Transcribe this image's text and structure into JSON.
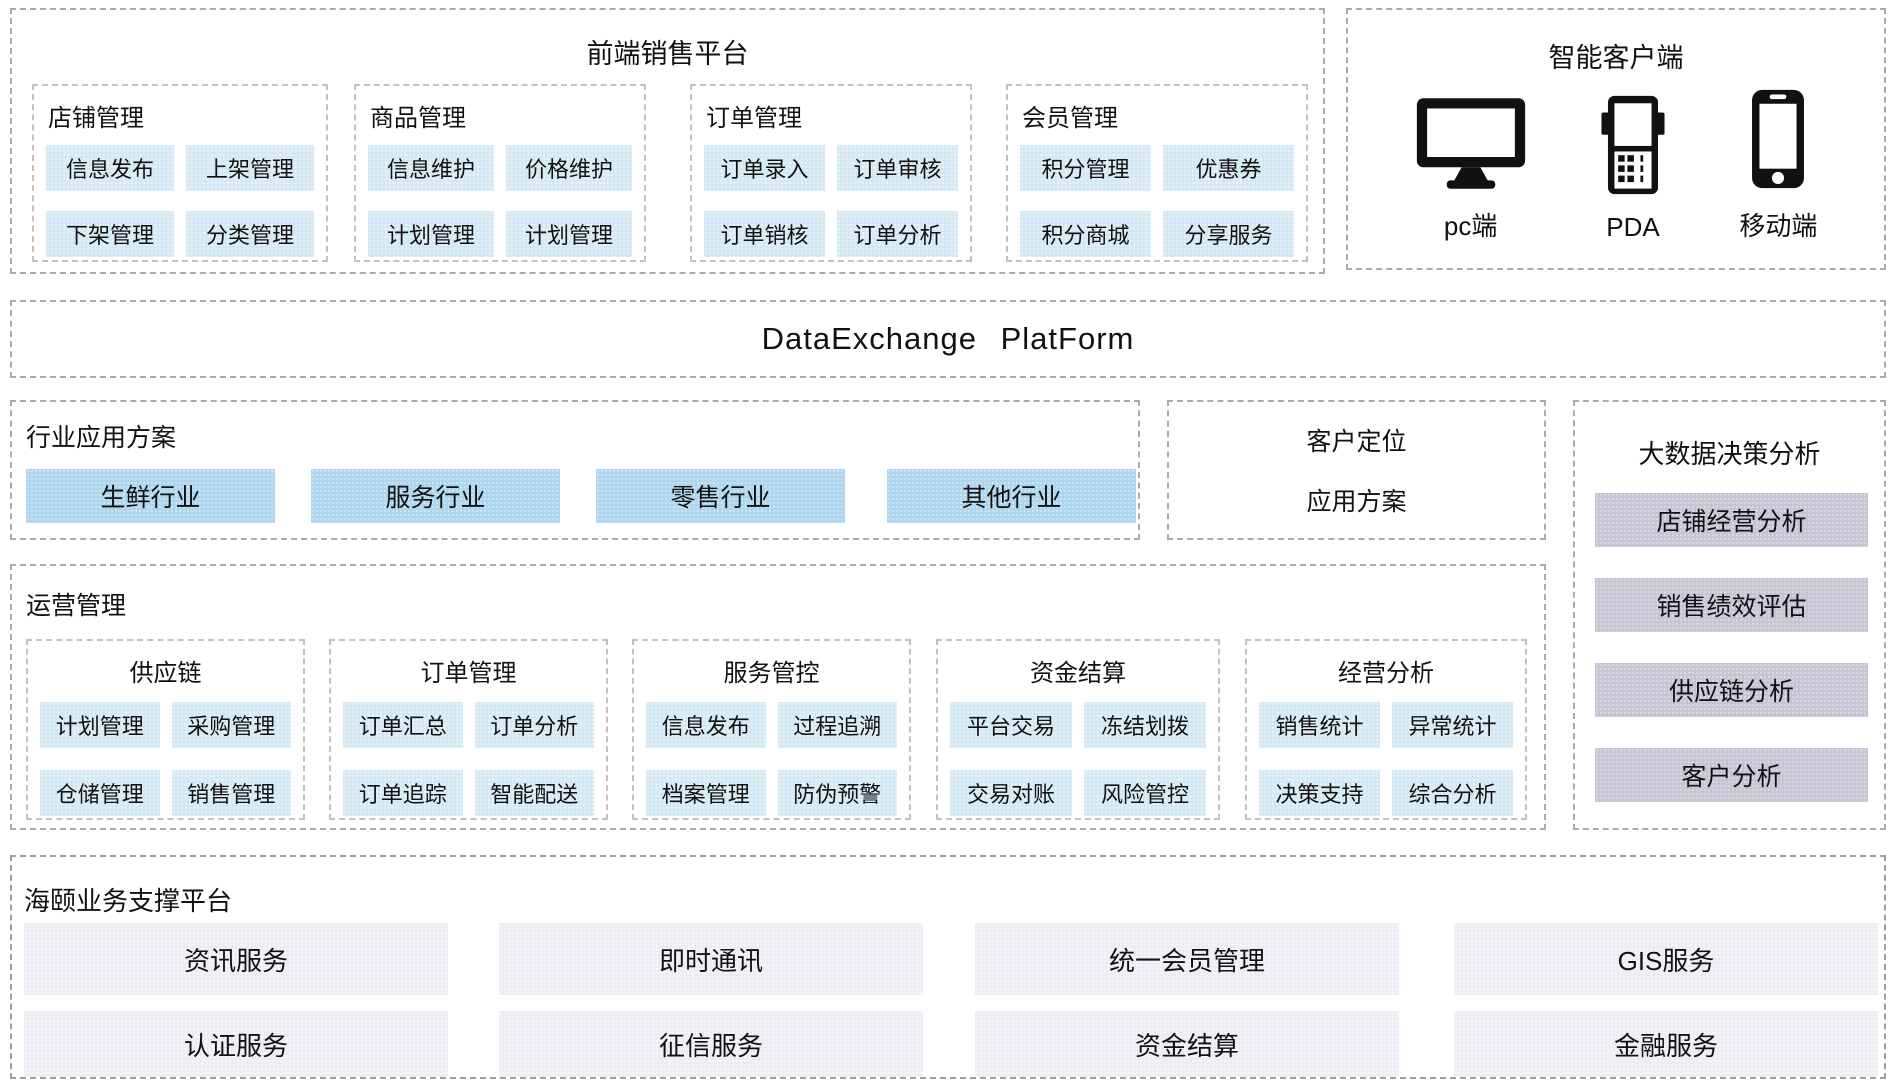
{
  "frontend": {
    "title": "前端销售平台",
    "groups": [
      {
        "title": "店铺管理",
        "items": [
          "信息发布",
          "上架管理",
          "下架管理",
          "分类管理"
        ]
      },
      {
        "title": "商品管理",
        "items": [
          "信息维护",
          "价格维护",
          "计划管理",
          "计划管理"
        ]
      },
      {
        "title": "订单管理",
        "items": [
          "订单录入",
          "订单审核",
          "订单销核",
          "订单分析"
        ]
      },
      {
        "title": "会员管理",
        "items": [
          "积分管理",
          "优惠券",
          "积分商城",
          "分享服务"
        ]
      }
    ]
  },
  "clients": {
    "title": "智能客户端",
    "devices": [
      {
        "label": "pc端",
        "icon": "desktop-monitor-icon"
      },
      {
        "label": "PDA",
        "icon": "pda-icon"
      },
      {
        "label": "移动端",
        "icon": "smartphone-icon"
      }
    ]
  },
  "data_exchange": {
    "title": "DataExchange PlatForm"
  },
  "industry": {
    "title": "行业应用方案",
    "items": [
      "生鲜行业",
      "服务行业",
      "零售行业",
      "其他行业"
    ]
  },
  "customer_positioning": {
    "line1": "客户定位",
    "line2": "应用方案"
  },
  "bigdata": {
    "title": "大数据决策分析",
    "items": [
      "店铺经营分析",
      "销售绩效评估",
      "供应链分析",
      "客户分析"
    ]
  },
  "operations": {
    "title": "运营管理",
    "groups": [
      {
        "title": "供应链",
        "items": [
          "计划管理",
          "采购管理",
          "仓储管理",
          "销售管理"
        ]
      },
      {
        "title": "订单管理",
        "items": [
          "订单汇总",
          "订单分析",
          "订单追踪",
          "智能配送"
        ]
      },
      {
        "title": "服务管控",
        "items": [
          "信息发布",
          "过程追溯",
          "档案管理",
          "防伪预警"
        ]
      },
      {
        "title": "资金结算",
        "items": [
          "平台交易",
          "冻结划拨",
          "交易对账",
          "风险管控"
        ]
      },
      {
        "title": "经营分析",
        "items": [
          "销售统计",
          "异常统计",
          "决策支持",
          "综合分析"
        ]
      }
    ]
  },
  "support": {
    "title": "海颐业务支撑平台",
    "services": [
      "资讯服务",
      "即时通讯",
      "统一会员管理",
      "GIS服务",
      "认证服务",
      "征信服务",
      "资金结算",
      "金融服务"
    ]
  },
  "colors": {
    "item_blue": "#d5e9f4",
    "industry_blue": "#aed7ef",
    "analysis_purple": "#c8c4d3",
    "support_lavender": "#efecf3",
    "dash_border": "#ababab",
    "icon_black": "#111111"
  }
}
